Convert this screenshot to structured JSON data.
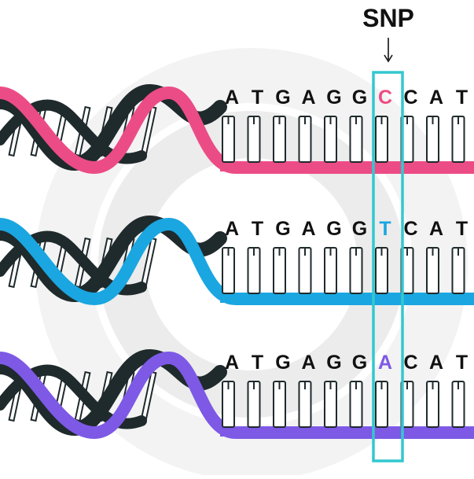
{
  "snp_label": "SNP",
  "colors": {
    "highlight": "#33c8cf",
    "dark_strand": "#1f2a2c",
    "ring": "#eeeeee"
  },
  "rows": [
    {
      "id": "row-1",
      "color": "#ec4c86",
      "bases": [
        "A",
        "T",
        "G",
        "A",
        "G",
        "G",
        "C",
        "C",
        "A",
        "T"
      ],
      "snp_index": 6
    },
    {
      "id": "row-2",
      "color": "#1aa6e0",
      "bases": [
        "A",
        "T",
        "G",
        "A",
        "G",
        "G",
        "T",
        "C",
        "A",
        "T"
      ],
      "snp_index": 6
    },
    {
      "id": "row-3",
      "color": "#7d59e6",
      "bases": [
        "A",
        "T",
        "G",
        "A",
        "G",
        "G",
        "A",
        "C",
        "A",
        "T"
      ],
      "snp_index": 6
    }
  ]
}
